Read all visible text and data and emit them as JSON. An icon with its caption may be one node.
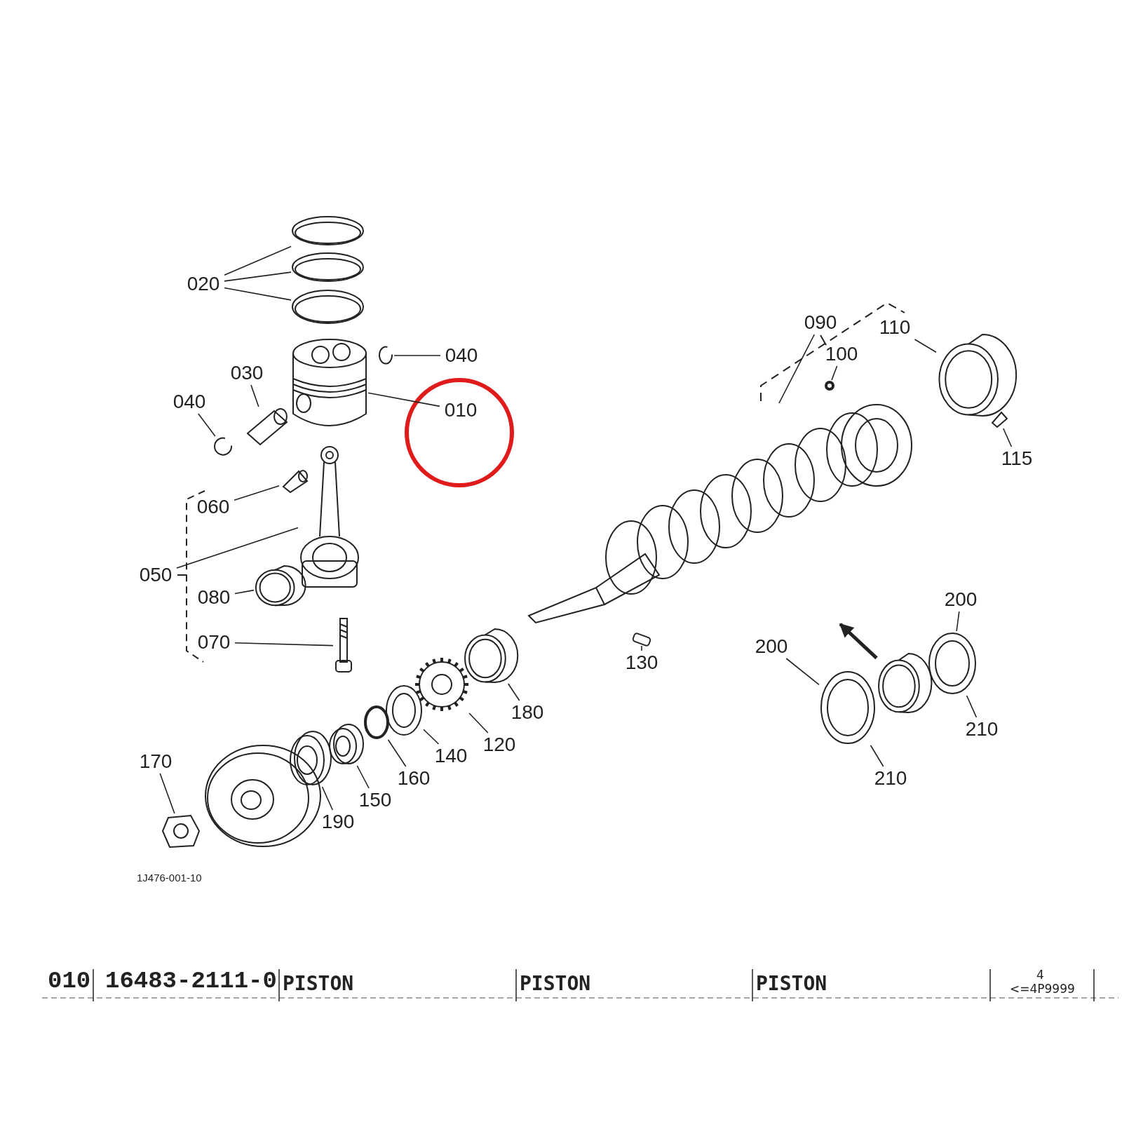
{
  "diagram": {
    "nodes": [
      {
        "text": [
          "020"
        ]
      },
      {
        "text": [],
        "shape": "picture"
      },
      {
        "text": [],
        "shape": "picture"
      },
      {
        "text": [],
        "shape": "picture"
      },
      {
        "text": [
          "040"
        ]
      },
      {
        "text": [],
        "shape": "picture"
      },
      {
        "text": [
          "030"
        ]
      },
      {
        "text": [],
        "shape": "picture"
      },
      {
        "text": [
          "040"
        ]
      },
      {
        "text": [],
        "shape": "picture"
      },
      {
        "text": [
          "010"
        ]
      },
      {
        "text": [],
        "shape": "picture"
      },
      {
        "text": [
          "060"
        ]
      },
      {
        "text": [],
        "shape": "picture"
      },
      {
        "text": [
          "050"
        ]
      },
      {
        "text": [],
        "shape": "picture"
      },
      {
        "text": [
          "080"
        ]
      },
      {
        "text": [],
        "shape": "picture"
      },
      {
        "text": [
          "070"
        ]
      },
      {
        "text": [],
        "shape": "picture"
      },
      {
        "text": [
          "090"
        ]
      },
      {
        "text": [],
        "shape": "picture"
      },
      {
        "text": [
          "100"
        ]
      },
      {
        "text": [],
        "shape": "circle"
      },
      {
        "text": [
          "110"
        ]
      },
      {
        "text": [],
        "shape": "picture"
      },
      {
        "text": [
          "115"
        ]
      },
      {
        "text": [],
        "shape": "picture"
      },
      {
        "text": [
          "200"
        ]
      },
      {
        "text": [],
        "shape": "picture"
      },
      {
        "text": [
          "200"
        ]
      },
      {
        "text": [],
        "shape": "picture"
      },
      {
        "text": [],
        "shape": "picture"
      },
      {
        "text": [
          "130"
        ]
      },
      {
        "text": [],
        "shape": "picture"
      },
      {
        "text": [
          "180"
        ]
      },
      {
        "text": [],
        "shape": "picture"
      },
      {
        "text": [
          "120"
        ]
      },
      {
        "text": [],
        "shape": "picture"
      },
      {
        "text": [
          "210"
        ]
      },
      {
        "text": [
          "210"
        ]
      },
      {
        "text": [
          "140"
        ]
      },
      {
        "text": [],
        "shape": "picture"
      },
      {
        "text": [
          "170"
        ]
      },
      {
        "text": [],
        "shape": "picture"
      },
      {
        "text": [
          "160"
        ]
      },
      {
        "text": [],
        "shape": "circle"
      },
      {
        "text": [
          "150"
        ]
      },
      {
        "text": [],
        "shape": "picture"
      },
      {
        "text": [
          "190"
        ]
      },
      {
        "text": [],
        "shape": "picture"
      }
    ],
    "edges": [
      {
        "from": 0,
        "to": 1,
        "arrow": "none"
      },
      {
        "from": 0,
        "to": 2,
        "arrow": "none"
      },
      {
        "from": 0,
        "to": 3,
        "arrow": "none"
      },
      {
        "from": 4,
        "to": 5,
        "arrow": "none"
      },
      {
        "from": 6,
        "to": 7,
        "arrow": "none"
      },
      {
        "from": 8,
        "to": 9,
        "arrow": "none"
      },
      {
        "from": 10,
        "to": 11,
        "arrow": "none"
      },
      {
        "from": 12,
        "to": 13,
        "arrow": "none"
      },
      {
        "from": 14,
        "to": 15,
        "arrow": "none"
      },
      {
        "from": 16,
        "to": 17,
        "arrow": "none"
      },
      {
        "from": 18,
        "to": 19,
        "arrow": "none"
      },
      {
        "from": 20,
        "to": 21,
        "arrow": "none"
      },
      {
        "from": 22,
        "to": 23,
        "arrow": "none"
      },
      {
        "from": 24,
        "to": 25,
        "arrow": "none"
      },
      {
        "from": 26,
        "to": 27,
        "arrow": "none"
      },
      {
        "from": 28,
        "to": 29,
        "arrow": "none"
      },
      {
        "from": 30,
        "to": 31,
        "arrow": "none"
      },
      {
        "from": 32,
        "to": 21,
        "arrow": "to",
        "style": "thick"
      },
      {
        "from": 33,
        "to": 34,
        "arrow": "none"
      },
      {
        "from": 35,
        "to": 36,
        "arrow": "none"
      },
      {
        "from": 37,
        "to": 38,
        "arrow": "none"
      },
      {
        "from": 39,
        "to": 29,
        "arrow": "none"
      },
      {
        "from": 40,
        "to": 31,
        "arrow": "none"
      },
      {
        "from": 41,
        "to": 42,
        "arrow": "none"
      },
      {
        "from": 43,
        "to": 44,
        "arrow": "none"
      },
      {
        "from": 45,
        "to": 46,
        "arrow": "none"
      },
      {
        "from": 47,
        "to": 48,
        "arrow": "none"
      },
      {
        "from": 49,
        "to": 50,
        "arrow": "none"
      }
    ],
    "labels": [
      "1J476-001-10",
      "010",
      "16483-2111-0",
      "PISTON",
      "PISTON",
      "PISTON",
      "4",
      "<=4P9999"
    ]
  }
}
